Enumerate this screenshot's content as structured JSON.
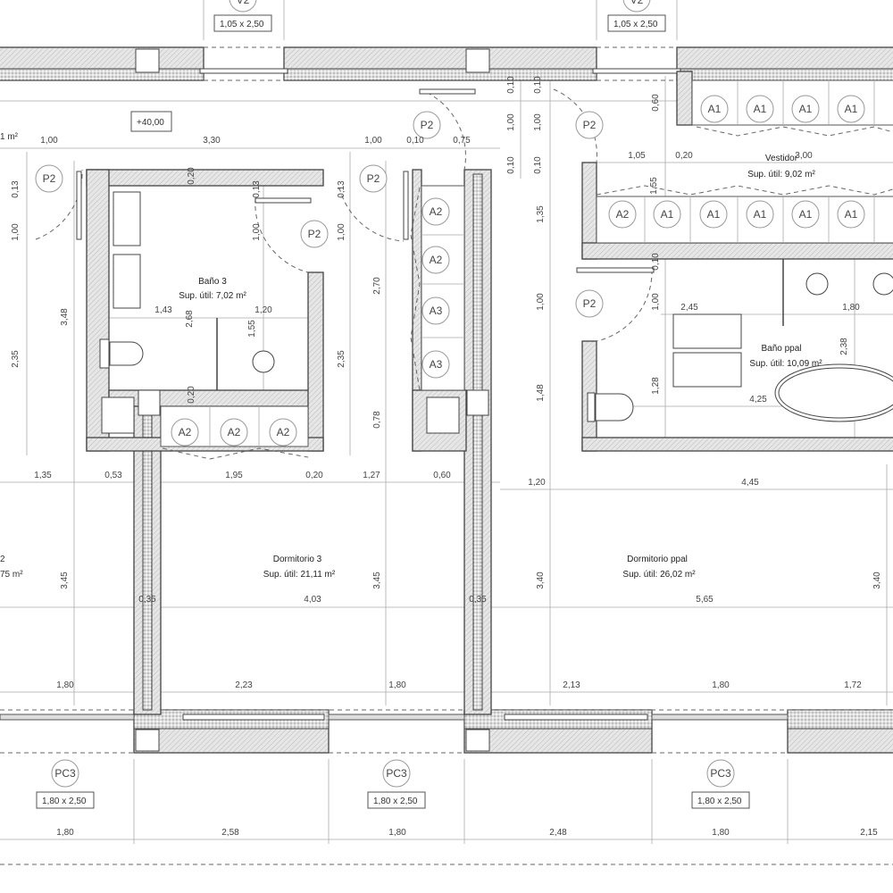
{
  "level_mark": "+40,00",
  "rooms": {
    "room2_partial": {
      "name": "2",
      "area": "75 m²"
    },
    "room_top_left_partial": {
      "area": "1 m²"
    },
    "bano3": {
      "name": "Baño 3",
      "area": "Sup. útil:  7,02 m²"
    },
    "vestidor": {
      "name": "Vestidor",
      "area": "Sup. útil:  9,02 m²"
    },
    "bano_ppal": {
      "name": "Baño ppal",
      "area": "Sup. útil:  10,09 m²"
    },
    "dormitorio3": {
      "name": "Dormitorio 3",
      "area": "Sup. útil:  21,11 m²"
    },
    "dormitorio_ppal": {
      "name": "Dormitorio ppal",
      "area": "Sup. útil:  26,02 m²"
    }
  },
  "windows": [
    {
      "tag": "V2",
      "size": "1,05 x 2,50"
    },
    {
      "tag": "V2",
      "size": "1,05 x 2,50"
    },
    {
      "tag": "PC3",
      "size": "1,80 x 2,50"
    },
    {
      "tag": "PC3",
      "size": "1,80 x 2,50"
    },
    {
      "tag": "PC3",
      "size": "1,80 x 2,50"
    }
  ],
  "door_tag": "P2",
  "closet_tags": {
    "a1": "A1",
    "a2": "A2",
    "a3": "A3"
  },
  "dims": [
    "1,00",
    "3,30",
    "1,00",
    "0,10",
    "0,75",
    "0,10",
    "1,00",
    "0,10",
    "0,10",
    "1,00",
    "0,10",
    "0,60",
    "1,05",
    "0,20",
    "3,00",
    "1,55",
    "1,35",
    "0,13",
    "0,20",
    "0,13",
    "0,13",
    "1,00",
    "1,00",
    "1,00",
    "2,70",
    "3,48",
    "1,43",
    "1,20",
    "1,55",
    "2,68",
    "2,35",
    "2,35",
    "0,20",
    "0,78",
    "0,10",
    "1,00",
    "1,00",
    "2,45",
    "1,80",
    "2,38",
    "1,28",
    "1,48",
    "4,25",
    "1,35",
    "0,53",
    "1,95",
    "0,20",
    "1,27",
    "0,60",
    "1,20",
    "4,45",
    "3,45",
    "3,45",
    "3,40",
    "3,40",
    "0,35",
    "4,03",
    "0,35",
    "5,65",
    "1,80",
    "2,23",
    "1,80",
    "2,13",
    "1,80",
    "1,72",
    "1,80",
    "2,58",
    "1,80",
    "2,48",
    "1,80",
    "2,15"
  ]
}
